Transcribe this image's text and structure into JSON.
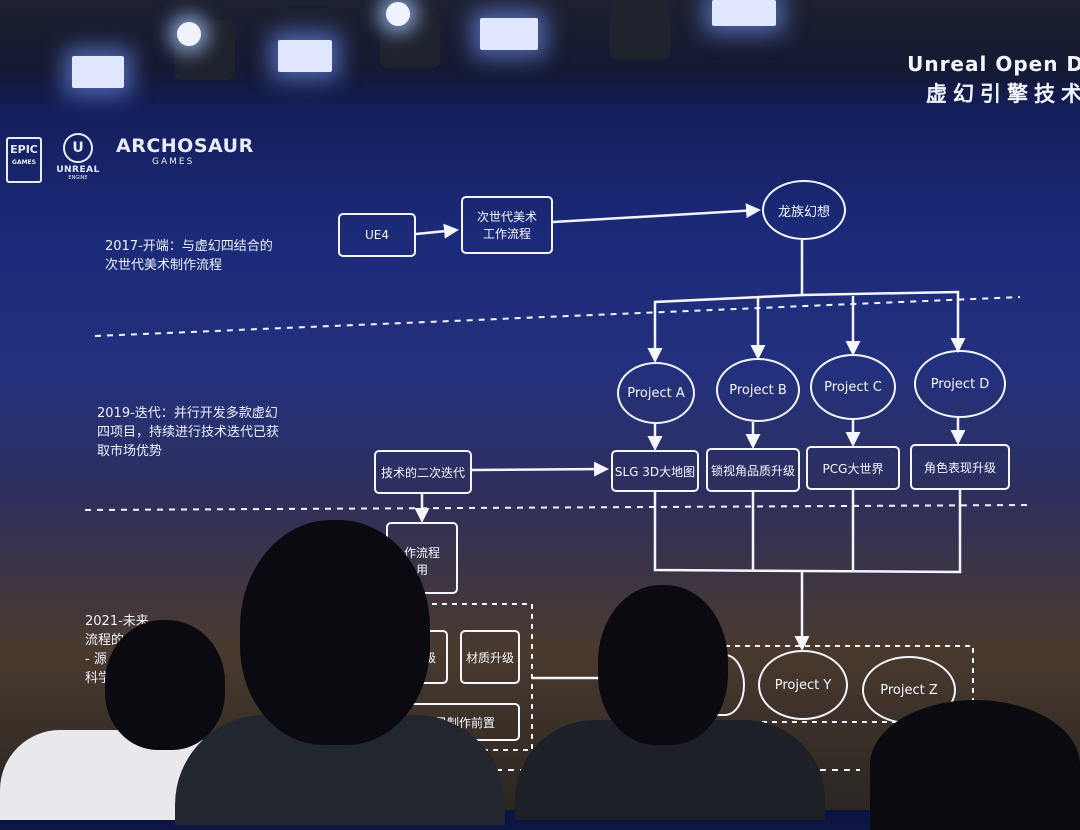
{
  "header": {
    "title_line1": "Unreal Open D",
    "title_line2": "虚幻引擎技术"
  },
  "logos": {
    "epic": "EPIC",
    "epic_sub": "GAMES",
    "unreal": "UNREAL",
    "unreal_sub": "ENGINE",
    "archosaur": "ARCHOSAUR",
    "archosaur_sub": "GAMES"
  },
  "sections": {
    "s2017_line1": "2017-开端：与虚幻四结合的",
    "s2017_line2": "次世代美术制作流程",
    "s2019_line1": "2019-迭代：并行开发多款虚幻",
    "s2019_line2": "四项目，持续进行技术迭代已获",
    "s2019_line3": "取市场优势",
    "s2021_line1": "2021-未来",
    "s2021_line2": "流程的",
    "s2021_line3": "- 源",
    "s2021_line4": "科学"
  },
  "nodes": {
    "ue4": "UE4",
    "next_gen_line1": "次世代美术",
    "next_gen_line2": "工作流程",
    "dragon": "龙族幻想",
    "project_a": "Project A",
    "project_b": "Project B",
    "project_c": "Project C",
    "project_d": "Project D",
    "slg": "SLG 3D大地图",
    "lock_view": "锁视角品质升级",
    "pcg": "PCG大世界",
    "character": "角色表现升级",
    "tech_iter": "技术的二次迭代",
    "workflow_partial1": "作流程",
    "workflow_partial2": "用",
    "upgrade_partial": "升级",
    "material": "材质升级",
    "scene_pre": "场景制作前置",
    "project_y": "Project Y",
    "project_z": "Project Z"
  }
}
